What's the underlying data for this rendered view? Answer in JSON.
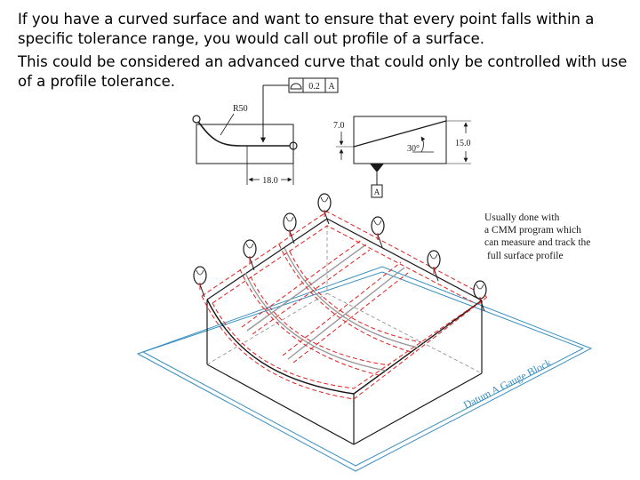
{
  "slide": {
    "paragraphs": [
      "If you have a curved surface and want to ensure that every point falls within a specific tolerance range, you would call out profile of a surface.",
      "This could be considered an advanced curve that could only be controlled with use of a profile tolerance."
    ]
  },
  "drawing": {
    "fcf": {
      "symbol": "profile-of-surface-icon",
      "tolerance": "0.2",
      "datum": "A"
    },
    "radius_label": "R50",
    "dim_18": "18.0",
    "dim_7": "7.0",
    "dim_15": "15.0",
    "angle": "30°",
    "datum_box": "A",
    "note_lines": [
      "Usually done with",
      "a CMM program which",
      "can measure and track the",
      "full surface profile"
    ],
    "gauge_label": "Datum A Gauge Block"
  },
  "colors": {
    "text": "#000000",
    "drawing": "#1a1a1a",
    "tolerance_zone": "#e02020",
    "gauge_block": "#3a8fc0",
    "surface_grid": "#9a9a9a"
  }
}
